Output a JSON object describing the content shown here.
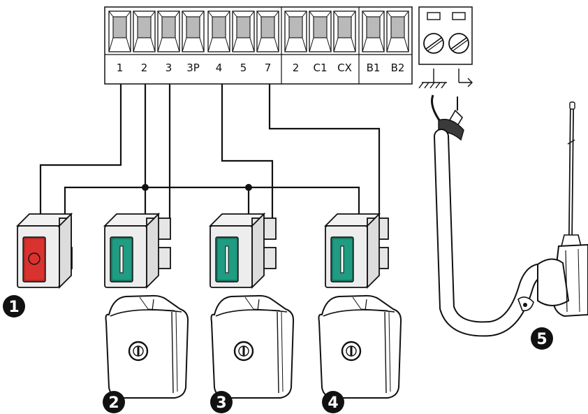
{
  "terminals_main": [
    "1",
    "2",
    "3",
    "3P",
    "4",
    "5",
    "7"
  ],
  "terminals_mid": [
    "2",
    "C1",
    "CX"
  ],
  "terminals_right": [
    "B1",
    "B2"
  ],
  "device_numbers": [
    "1",
    "2",
    "3",
    "4",
    "5"
  ],
  "colors": {
    "stop_button": "#d9322f",
    "contact_button": "#1f9c82",
    "terminal_slot": "#b9b9b9",
    "badge": "#111111"
  },
  "icons": {
    "stop_button": "stop-pushbutton-icon",
    "contact_buttons": "green-pushbutton-icon",
    "key_switch": "key-selector-switch-icon",
    "antenna": "antenna-icon",
    "ground": "ground-symbol-icon"
  }
}
